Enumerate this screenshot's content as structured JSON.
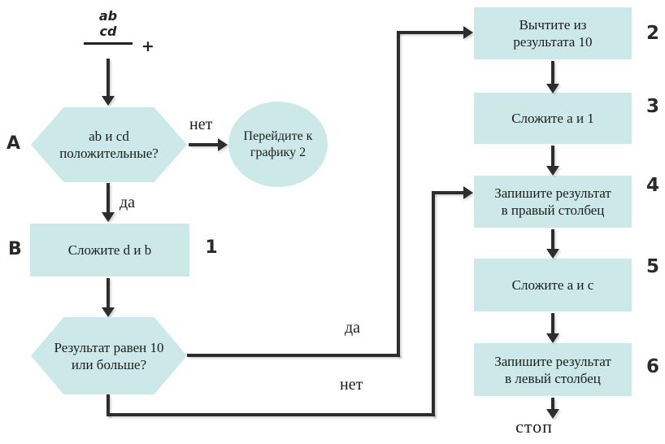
{
  "colors": {
    "shape_fill": "#cde8e8",
    "line": "#2d2d2d",
    "text": "#1c1c1c"
  },
  "formula": {
    "numerator": "ab",
    "denominator": "cd",
    "plus": "+"
  },
  "row_labels": {
    "a": "A",
    "b": "B"
  },
  "flow": {
    "decision1": {
      "line1": "ab и cd",
      "line2": "положительные?",
      "no_label": "нет",
      "yes_label": "да"
    },
    "goto_node": {
      "line1": "Перейдите к",
      "line2": "графику 2"
    },
    "step1": {
      "text": "Сложите d и b",
      "num": "1"
    },
    "decision2": {
      "line1": "Результат равен 10",
      "line2": "или больше?",
      "yes_label": "да",
      "no_label": "нет"
    },
    "stop_label": "стоп"
  },
  "right_steps": [
    {
      "num": "2",
      "line1": "Вычтите из",
      "line2": "результата 10"
    },
    {
      "num": "3",
      "line1": "Сложите a и 1",
      "line2": ""
    },
    {
      "num": "4",
      "line1": "Запишите результат",
      "line2": "в правый столбец"
    },
    {
      "num": "5",
      "line1": "Сложите a и c",
      "line2": ""
    },
    {
      "num": "6",
      "line1": "Запишите результат",
      "line2": "в левый столбец"
    }
  ]
}
